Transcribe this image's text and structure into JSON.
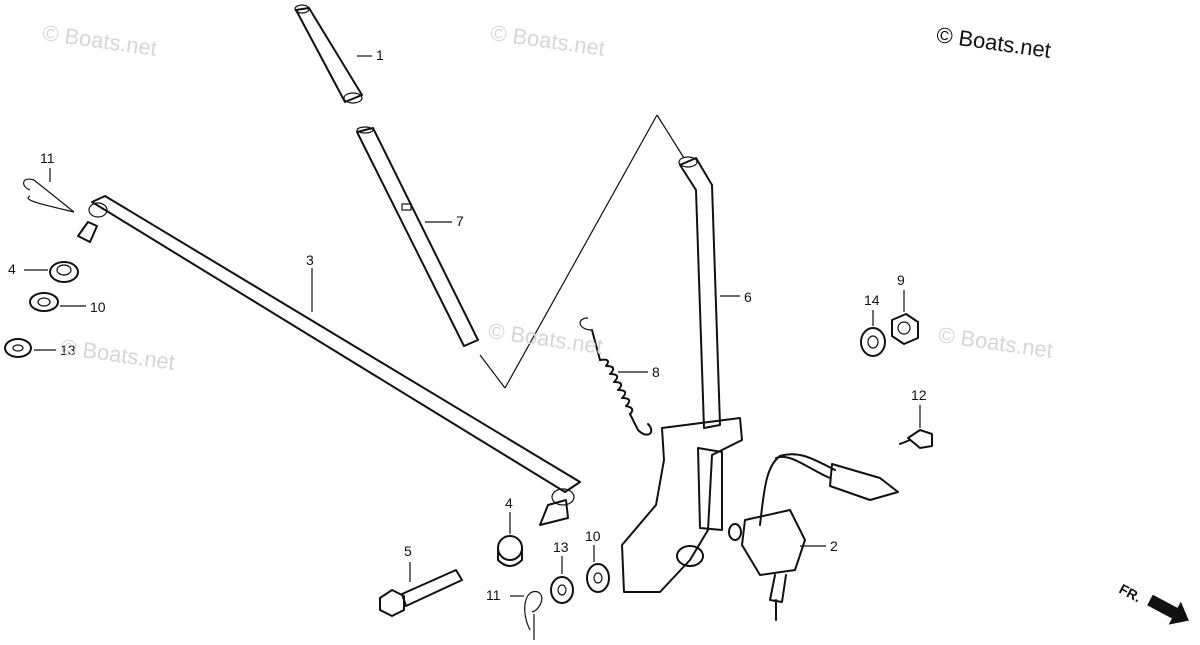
{
  "watermarks": [
    "© Boats.net",
    "© Boats.net",
    "© Boats.net",
    "© Boats.net",
    "© Boats.net",
    "© Boats.net"
  ],
  "watermark_main": "© Boats.net",
  "callouts": [
    "1",
    "2",
    "3",
    "4",
    "4",
    "5",
    "6",
    "7",
    "8",
    "9",
    "10",
    "10",
    "11",
    "11",
    "12",
    "13",
    "13",
    "14"
  ],
  "direction_label": "FR."
}
